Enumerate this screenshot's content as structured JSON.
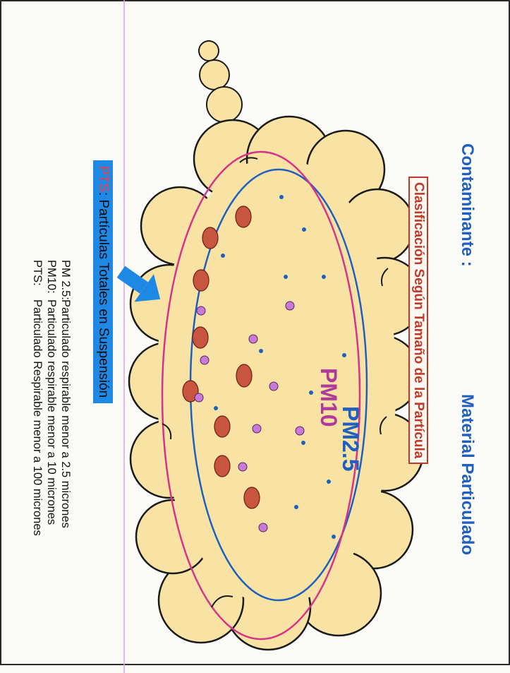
{
  "header": {
    "title_left": "Contaminante :",
    "title_right": "Material Particulado",
    "subtitle": "Clasificación Según Tamaño de la Partícula"
  },
  "diagram": {
    "pm25_label": "PM2.5",
    "pm10_label": "PM10",
    "pts_banner": {
      "abbr": "PTS",
      "text": ": Partículas Totales en Suspensión"
    }
  },
  "definitions": [
    {
      "term": "PM 2.5:",
      "text": "Particulado respirable menor a 2.5 micrones"
    },
    {
      "term": "PM10:",
      "text": "Particulado respirable menor a 10 micrones"
    },
    {
      "term": "PTS:",
      "text": "Particulado Respirable menor a 100 micrones"
    }
  ],
  "colors": {
    "title": "#1f5fbf",
    "pm25": "#1f5fbf",
    "pm10": "#b03a9a",
    "cloud_fill": "#f8e3a4",
    "large_particle": "#c8553f",
    "medium_particle": "#c87ad4",
    "small_particle": "#1e5fbf",
    "arrow": "#1e88e5",
    "divider": "#d9a6e0"
  },
  "icons": [
    "arrow-icon"
  ]
}
